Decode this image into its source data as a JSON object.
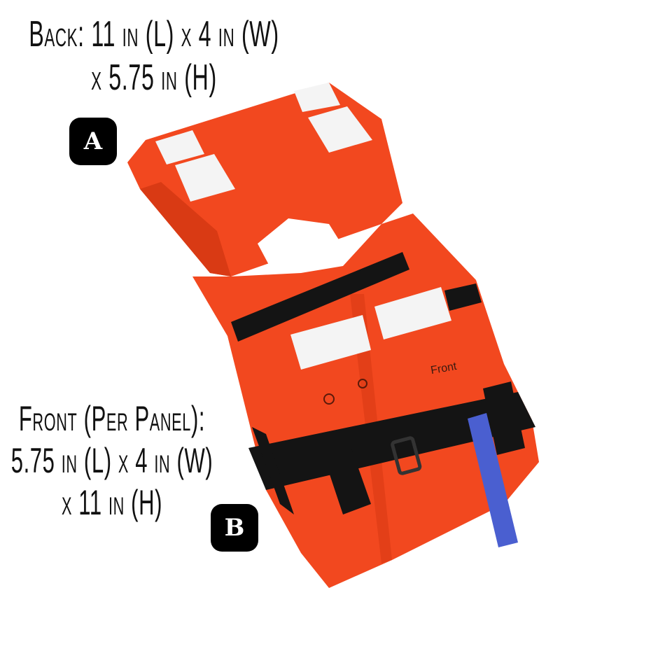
{
  "captions": {
    "back": {
      "line1": "Back: 11 in (L) x 4 in (W)",
      "line2": "x 5.75 in (H)"
    },
    "front": {
      "line1": "Front (Per Panel):",
      "line2": "5.75 in (L) x 4 in (W)",
      "line3": "x 11 in (H)"
    }
  },
  "badges": {
    "a": "A",
    "b": "B"
  },
  "vest": {
    "front_label": "Front",
    "colors": {
      "body": "#f2481f",
      "shade": "#d93a14",
      "strap": "#141414",
      "reflective": "#f4f4f4",
      "pull_tab": "#4a5fd0"
    }
  }
}
